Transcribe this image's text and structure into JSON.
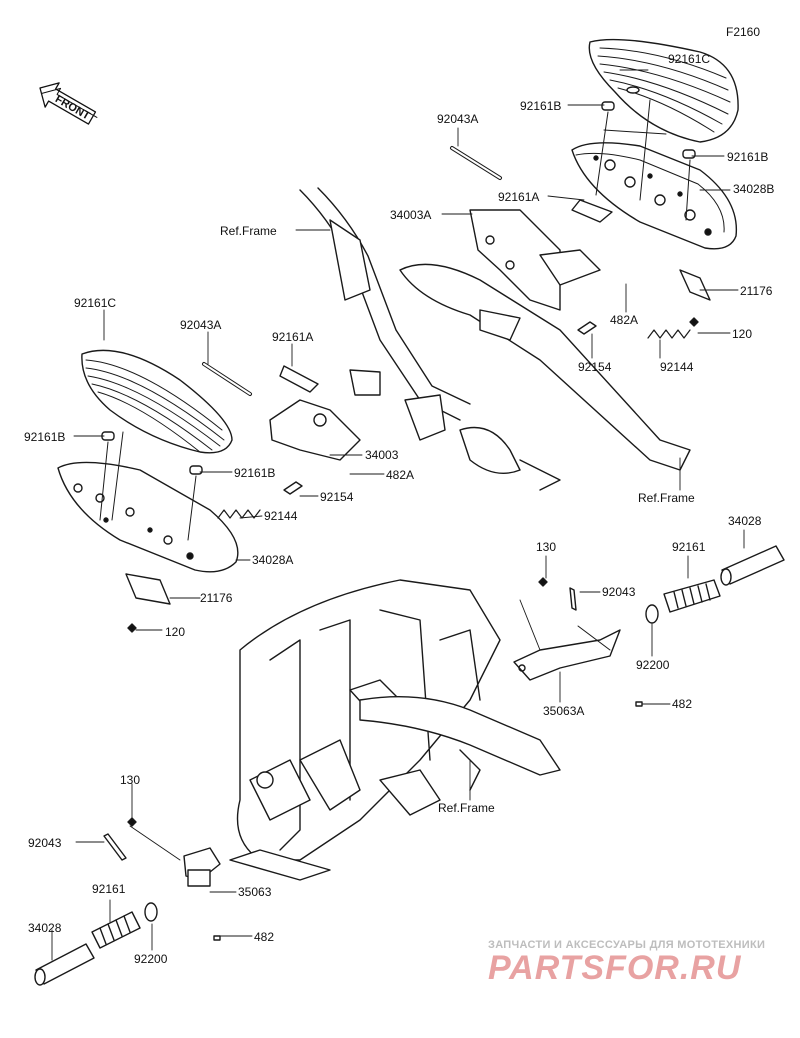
{
  "figure_code": "F2160",
  "direction_badge": "FRONT",
  "watermark": {
    "tagline": "ЗАПЧАСТИ И АКСЕССУАРЫ ДЛЯ МОТОТЕХНИКИ",
    "brand": "PARTSFOR.RU"
  },
  "parts": {
    "p92161C_top": "92161C",
    "p92161B_top_left": "92161B",
    "p92043A_top": "92043A",
    "p92161B_top_right": "92161B",
    "p34028B": "34028B",
    "p92161A_top": "92161A",
    "p34003A": "34003A",
    "p21176_top": "21176",
    "p482A_top": "482A",
    "p120_top": "120",
    "p92154_top": "92154",
    "p92144_top": "92144",
    "ref_frame_1": "Ref.Frame",
    "ref_frame_2": "Ref.Frame",
    "ref_frame_3": "Ref.Frame",
    "p92161C_left": "92161C",
    "p92043A_left": "92043A",
    "p92161A_left": "92161A",
    "p92161B_left": "92161B",
    "p34003": "34003",
    "p92161B_mid": "92161B",
    "p482A_left": "482A",
    "p92154_left": "92154",
    "p92144_left": "92144",
    "p34028A": "34028A",
    "p21176_left": "21176",
    "p120_left": "120",
    "p34028_right": "34028",
    "p130_right": "130",
    "p92161_right": "92161",
    "p92043_right": "92043",
    "p92200_right": "92200",
    "p35063A": "35063A",
    "p482_right": "482",
    "p130_left": "130",
    "p92043_left": "92043",
    "p92161_left": "92161",
    "p35063": "35063",
    "p34028_left": "34028",
    "p92200_left": "92200",
    "p482_left": "482"
  }
}
